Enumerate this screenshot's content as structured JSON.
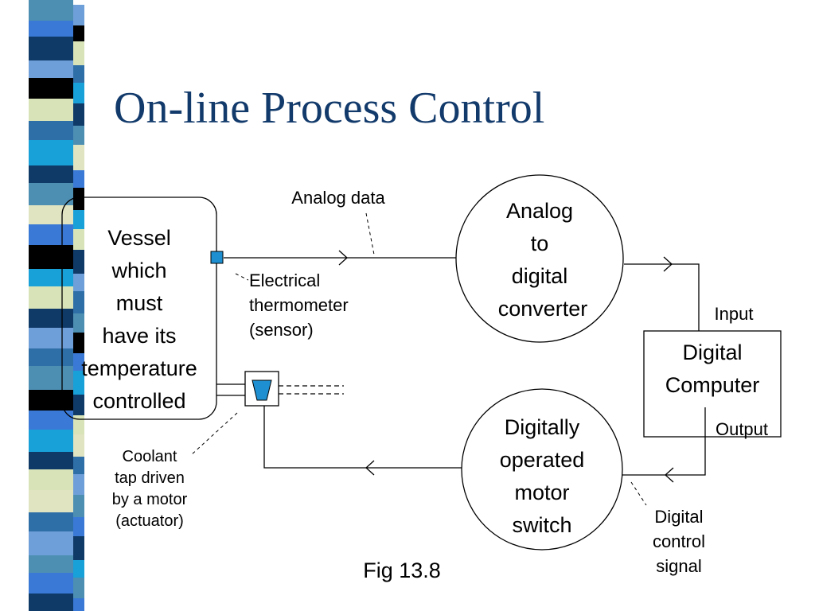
{
  "title": "On-line Process Control",
  "figure_caption": "Fig 13.8",
  "colors": {
    "title": "#123a6b",
    "sensor_fill": "#1e8fd0",
    "tap_fill": "#1e8fd0",
    "stripe": [
      "#4d8fb3",
      "#d8e4b8",
      "#0f3a68",
      "#3a7ad6",
      "#000000",
      "#e0e4c0",
      "#2f6fa8",
      "#18a0d8",
      "#6f9fd8"
    ]
  },
  "blocks": {
    "vessel": [
      "Vessel",
      "which",
      "must",
      "have its",
      "temperature",
      "controlled"
    ],
    "adc": [
      "Analog",
      "to",
      "digital",
      "converter"
    ],
    "computer": [
      "Digital",
      "Computer"
    ],
    "motor_switch": [
      "Digitally",
      "operated",
      "motor",
      "switch"
    ]
  },
  "labels": {
    "analog_data": "Analog data",
    "sensor": [
      "Electrical",
      "thermometer",
      "(sensor)"
    ],
    "input": "Input",
    "output": "Output",
    "coolant": [
      "Coolant",
      "tap driven",
      "by a motor",
      "(actuator)"
    ],
    "digital_signal": [
      "Digital",
      "control",
      "signal"
    ]
  },
  "icons": {
    "sensor": "square-sensor-icon",
    "tap": "coolant-tap-icon",
    "arrows": "open-chevron-arrow-icon"
  }
}
